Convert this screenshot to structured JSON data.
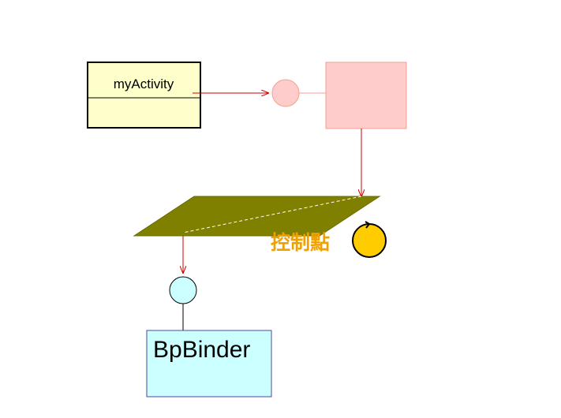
{
  "nodes": {
    "activity": {
      "label": "myActivity"
    },
    "binder": {
      "label": "BpBinder"
    },
    "control_point": {
      "label": "控制點"
    }
  },
  "colors": {
    "activity_fill": "#ffffcc",
    "pink_fill": "#ffcccc",
    "pink_stroke": "#f4a090",
    "arrow": "#cc0000",
    "plane_fill": "#808000",
    "binder_fill": "#ccffff",
    "binder_stroke": "#4a4aa0",
    "control_text": "#f0a000",
    "control_circle": "#ffcc00"
  }
}
